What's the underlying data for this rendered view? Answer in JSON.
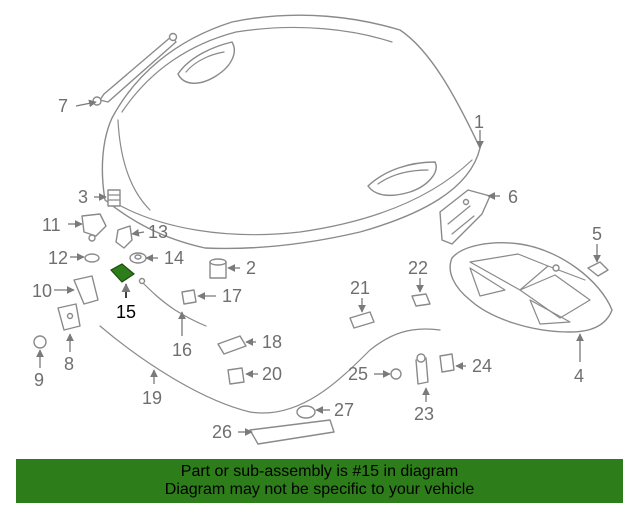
{
  "diagram": {
    "callouts": [
      "1",
      "2",
      "3",
      "4",
      "5",
      "6",
      "7",
      "9",
      "10",
      "11",
      "12",
      "13",
      "14",
      "15",
      "16",
      "17",
      "18",
      "19",
      "20",
      "21",
      "22",
      "23",
      "24",
      "25",
      "26",
      "27",
      "8"
    ],
    "highlighted_part": "15",
    "highlight_color": "#2d7d1a"
  },
  "banner": {
    "line1": "Part or sub-assembly is #15 in diagram",
    "line2": "Diagram may not be specific to your vehicle",
    "background": "#2d7d1a"
  }
}
